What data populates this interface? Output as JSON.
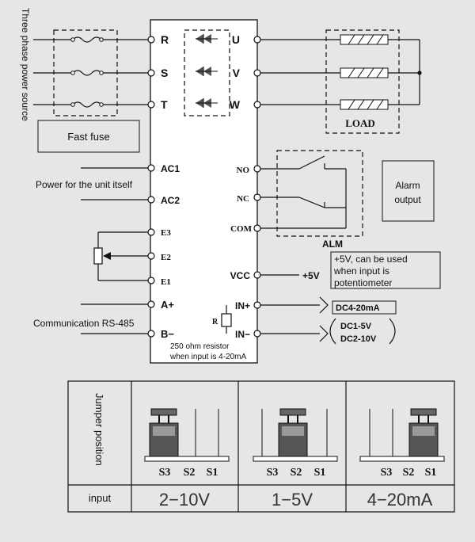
{
  "labels": {
    "power_source": "Three phase power source",
    "fast_fuse": "Fast fuse",
    "power_unit": "Power for the unit itself",
    "communication": "Communication RS-485",
    "load": "LOAD",
    "alm": "ALM",
    "alarm_output_line1": "Alarm",
    "alarm_output_line2": "output",
    "note_5v_line1": "+5V, can be used",
    "note_5v_line2": "when input is",
    "note_5v_line3": "potentiometer",
    "plus5v": "+5V",
    "dc_4_20": "DC4-20mA",
    "dc_1_5": "DC1-5V",
    "dc_2_10": "DC2-10V",
    "resistor_R": "R",
    "resistor_note_line1": "250 ohm resistor",
    "resistor_note_line2": "when input is 4-20mA"
  },
  "terminals_left": {
    "R": "R",
    "S": "S",
    "T": "T",
    "AC1": "AC1",
    "AC2": "AC2",
    "E3": "E3",
    "E2": "E2",
    "E1": "E1",
    "A": "A+",
    "B": "B−"
  },
  "terminals_right": {
    "U": "U",
    "V": "V",
    "W": "W",
    "NO": "NO",
    "NC": "NC",
    "COM": "COM",
    "VCC": "VCC",
    "IN_plus": "IN+",
    "IN_minus": "IN−"
  },
  "table": {
    "row1_header": "Jumper position",
    "row2_header": "input",
    "switches": [
      "S3",
      "S2",
      "S1"
    ],
    "inputs": [
      "2−10V",
      "1−5V",
      "4−20mA"
    ]
  }
}
